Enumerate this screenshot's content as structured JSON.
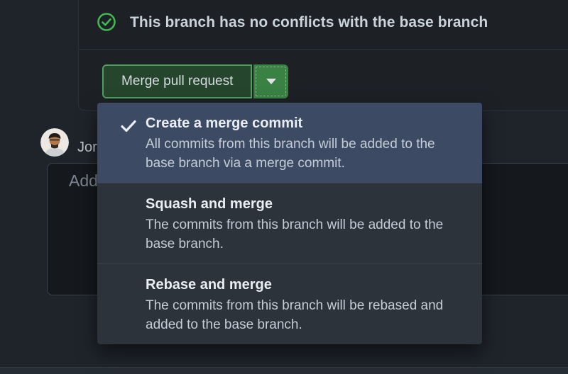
{
  "merge_box": {
    "status": {
      "icon": "check-circle-icon",
      "message": "This branch has no conflicts with the base branch"
    },
    "merge_button_label": "Merge pull request",
    "toggle_icon": "chevron-down-icon"
  },
  "dropdown_menu": {
    "items": [
      {
        "selected": true,
        "check_icon": "check-icon",
        "title": "Create a merge commit",
        "description_lines": [
          "All commits from this branch will be added to the",
          "base branch via a merge commit."
        ]
      },
      {
        "selected": false,
        "title": "Squash and merge",
        "description_lines": [
          "The commits from this branch will be added to the",
          "base branch."
        ]
      },
      {
        "selected": false,
        "title": "Rebase and merge",
        "description_lines": [
          "The commits from this branch will be rebased and",
          "added to the base branch."
        ]
      }
    ]
  },
  "comment_section": {
    "author_visible_text": "Jor",
    "comment_placeholder_visible_text": "Add"
  },
  "colors": {
    "accent_green": "#3fb950",
    "merge_button_border": "#4da05b",
    "merge_button_fill": "#25452c",
    "toggle_fill": "#3a8144",
    "selected_item_blue": "#3d4a63",
    "menu_background": "#2d333b",
    "page_background": "#1f242b"
  }
}
